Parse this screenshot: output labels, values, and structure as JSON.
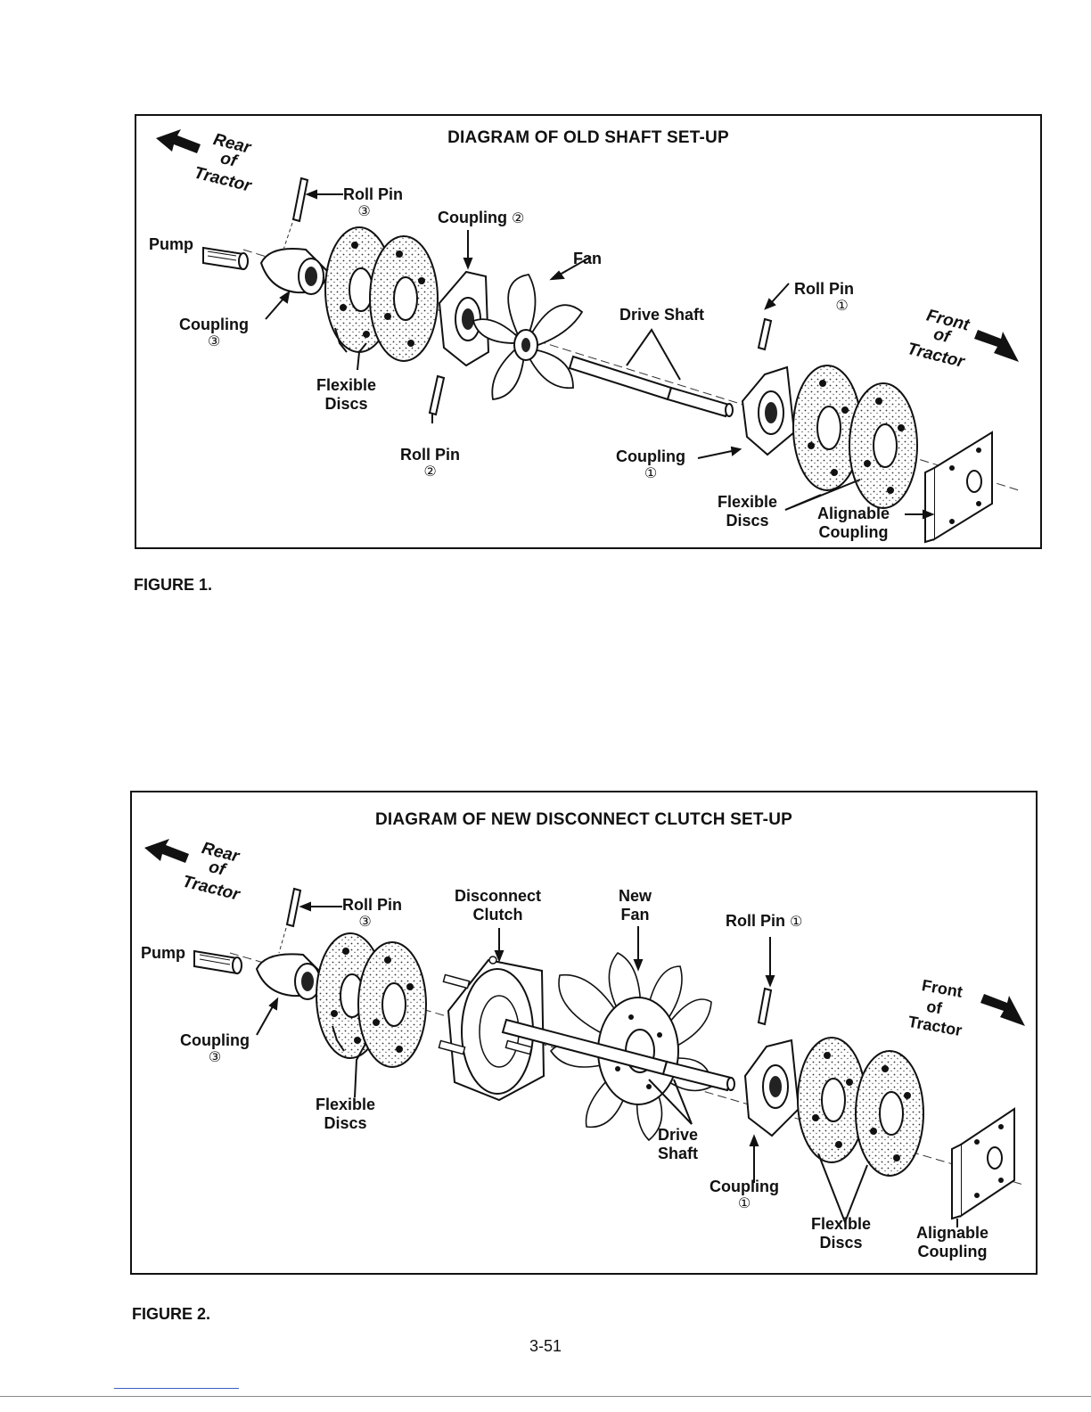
{
  "figure1": {
    "title": "DIAGRAM OF OLD SHAFT SET-UP",
    "caption": "FIGURE 1.",
    "rear": [
      "Rear",
      "of",
      "Tractor"
    ],
    "front": [
      "Front",
      "of",
      "Tractor"
    ],
    "pump": "Pump",
    "roll_pin_3": {
      "text": "Roll Pin",
      "num": "③"
    },
    "coupling_2": {
      "text": "Coupling",
      "num": "②"
    },
    "fan": "Fan",
    "coupling_3": {
      "text": "Coupling",
      "num": "③"
    },
    "flexible_discs_left": {
      "line1": "Flexible",
      "line2": "Discs"
    },
    "roll_pin_2": {
      "text": "Roll Pin",
      "num": "②"
    },
    "drive_shaft": "Drive Shaft",
    "roll_pin_1": {
      "text": "Roll Pin",
      "num": "①"
    },
    "coupling_1": {
      "text": "Coupling",
      "num": "①"
    },
    "flexible_discs_right": {
      "line1": "Flexible",
      "line2": "Discs"
    },
    "alignable": {
      "line1": "Alignable",
      "line2": "Coupling"
    }
  },
  "figure2": {
    "title": "DIAGRAM OF NEW DISCONNECT CLUTCH SET-UP",
    "caption": "FIGURE 2.",
    "rear": [
      "Rear",
      "of",
      "Tractor"
    ],
    "front": [
      "Front",
      "of",
      "Tractor"
    ],
    "pump": "Pump",
    "roll_pin_3": {
      "text": "Roll Pin",
      "num": "③"
    },
    "disconnect_clutch": {
      "line1": "Disconnect",
      "line2": "Clutch"
    },
    "new_fan": {
      "line1": "New",
      "line2": "Fan"
    },
    "roll_pin_1": {
      "text": "Roll Pin",
      "num": "①"
    },
    "coupling_3": {
      "text": "Coupling",
      "num": "③"
    },
    "flexible_discs_left": {
      "line1": "Flexible",
      "line2": "Discs"
    },
    "drive_shaft": {
      "line1": "Drive",
      "line2": "Shaft"
    },
    "coupling_1": {
      "text": "Coupling",
      "num": "①"
    },
    "flexible_discs_right": {
      "line1": "Flexible",
      "line2": "Discs"
    },
    "alignable": {
      "line1": "Alignable",
      "line2": "Coupling"
    }
  },
  "page_number": "3-51"
}
